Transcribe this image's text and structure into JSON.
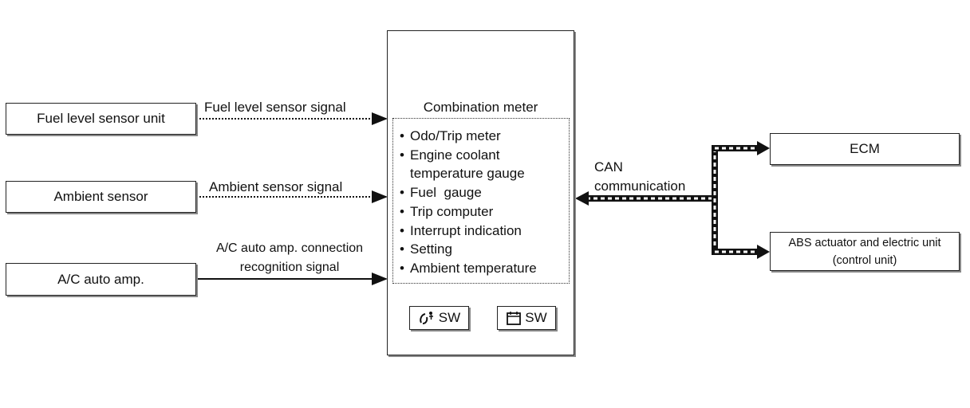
{
  "inputs": {
    "fuel_sensor": "Fuel level sensor unit",
    "ambient_sensor": "Ambient sensor",
    "ac_amp": "A/C auto amp."
  },
  "signals": {
    "fuel_signal": "Fuel level sensor signal",
    "ambient_signal": "Ambient sensor signal",
    "ac_signal_line1": "A/C auto amp. connection",
    "ac_signal_line2": "recognition signal"
  },
  "meter": {
    "title": "Combination meter",
    "functions": [
      "Odo/Trip meter",
      "Engine coolant",
      "temperature gauge",
      "Fuel  gauge",
      "Trip computer",
      "Interrupt indication",
      "Setting",
      "Ambient temperature"
    ],
    "sw1_label": "SW",
    "sw2_label": "SW"
  },
  "can": {
    "line1": "CAN",
    "line2": "communication"
  },
  "outputs": {
    "ecm": "ECM",
    "abs_line1": "ABS actuator and electric unit",
    "abs_line2": "(control unit)"
  }
}
